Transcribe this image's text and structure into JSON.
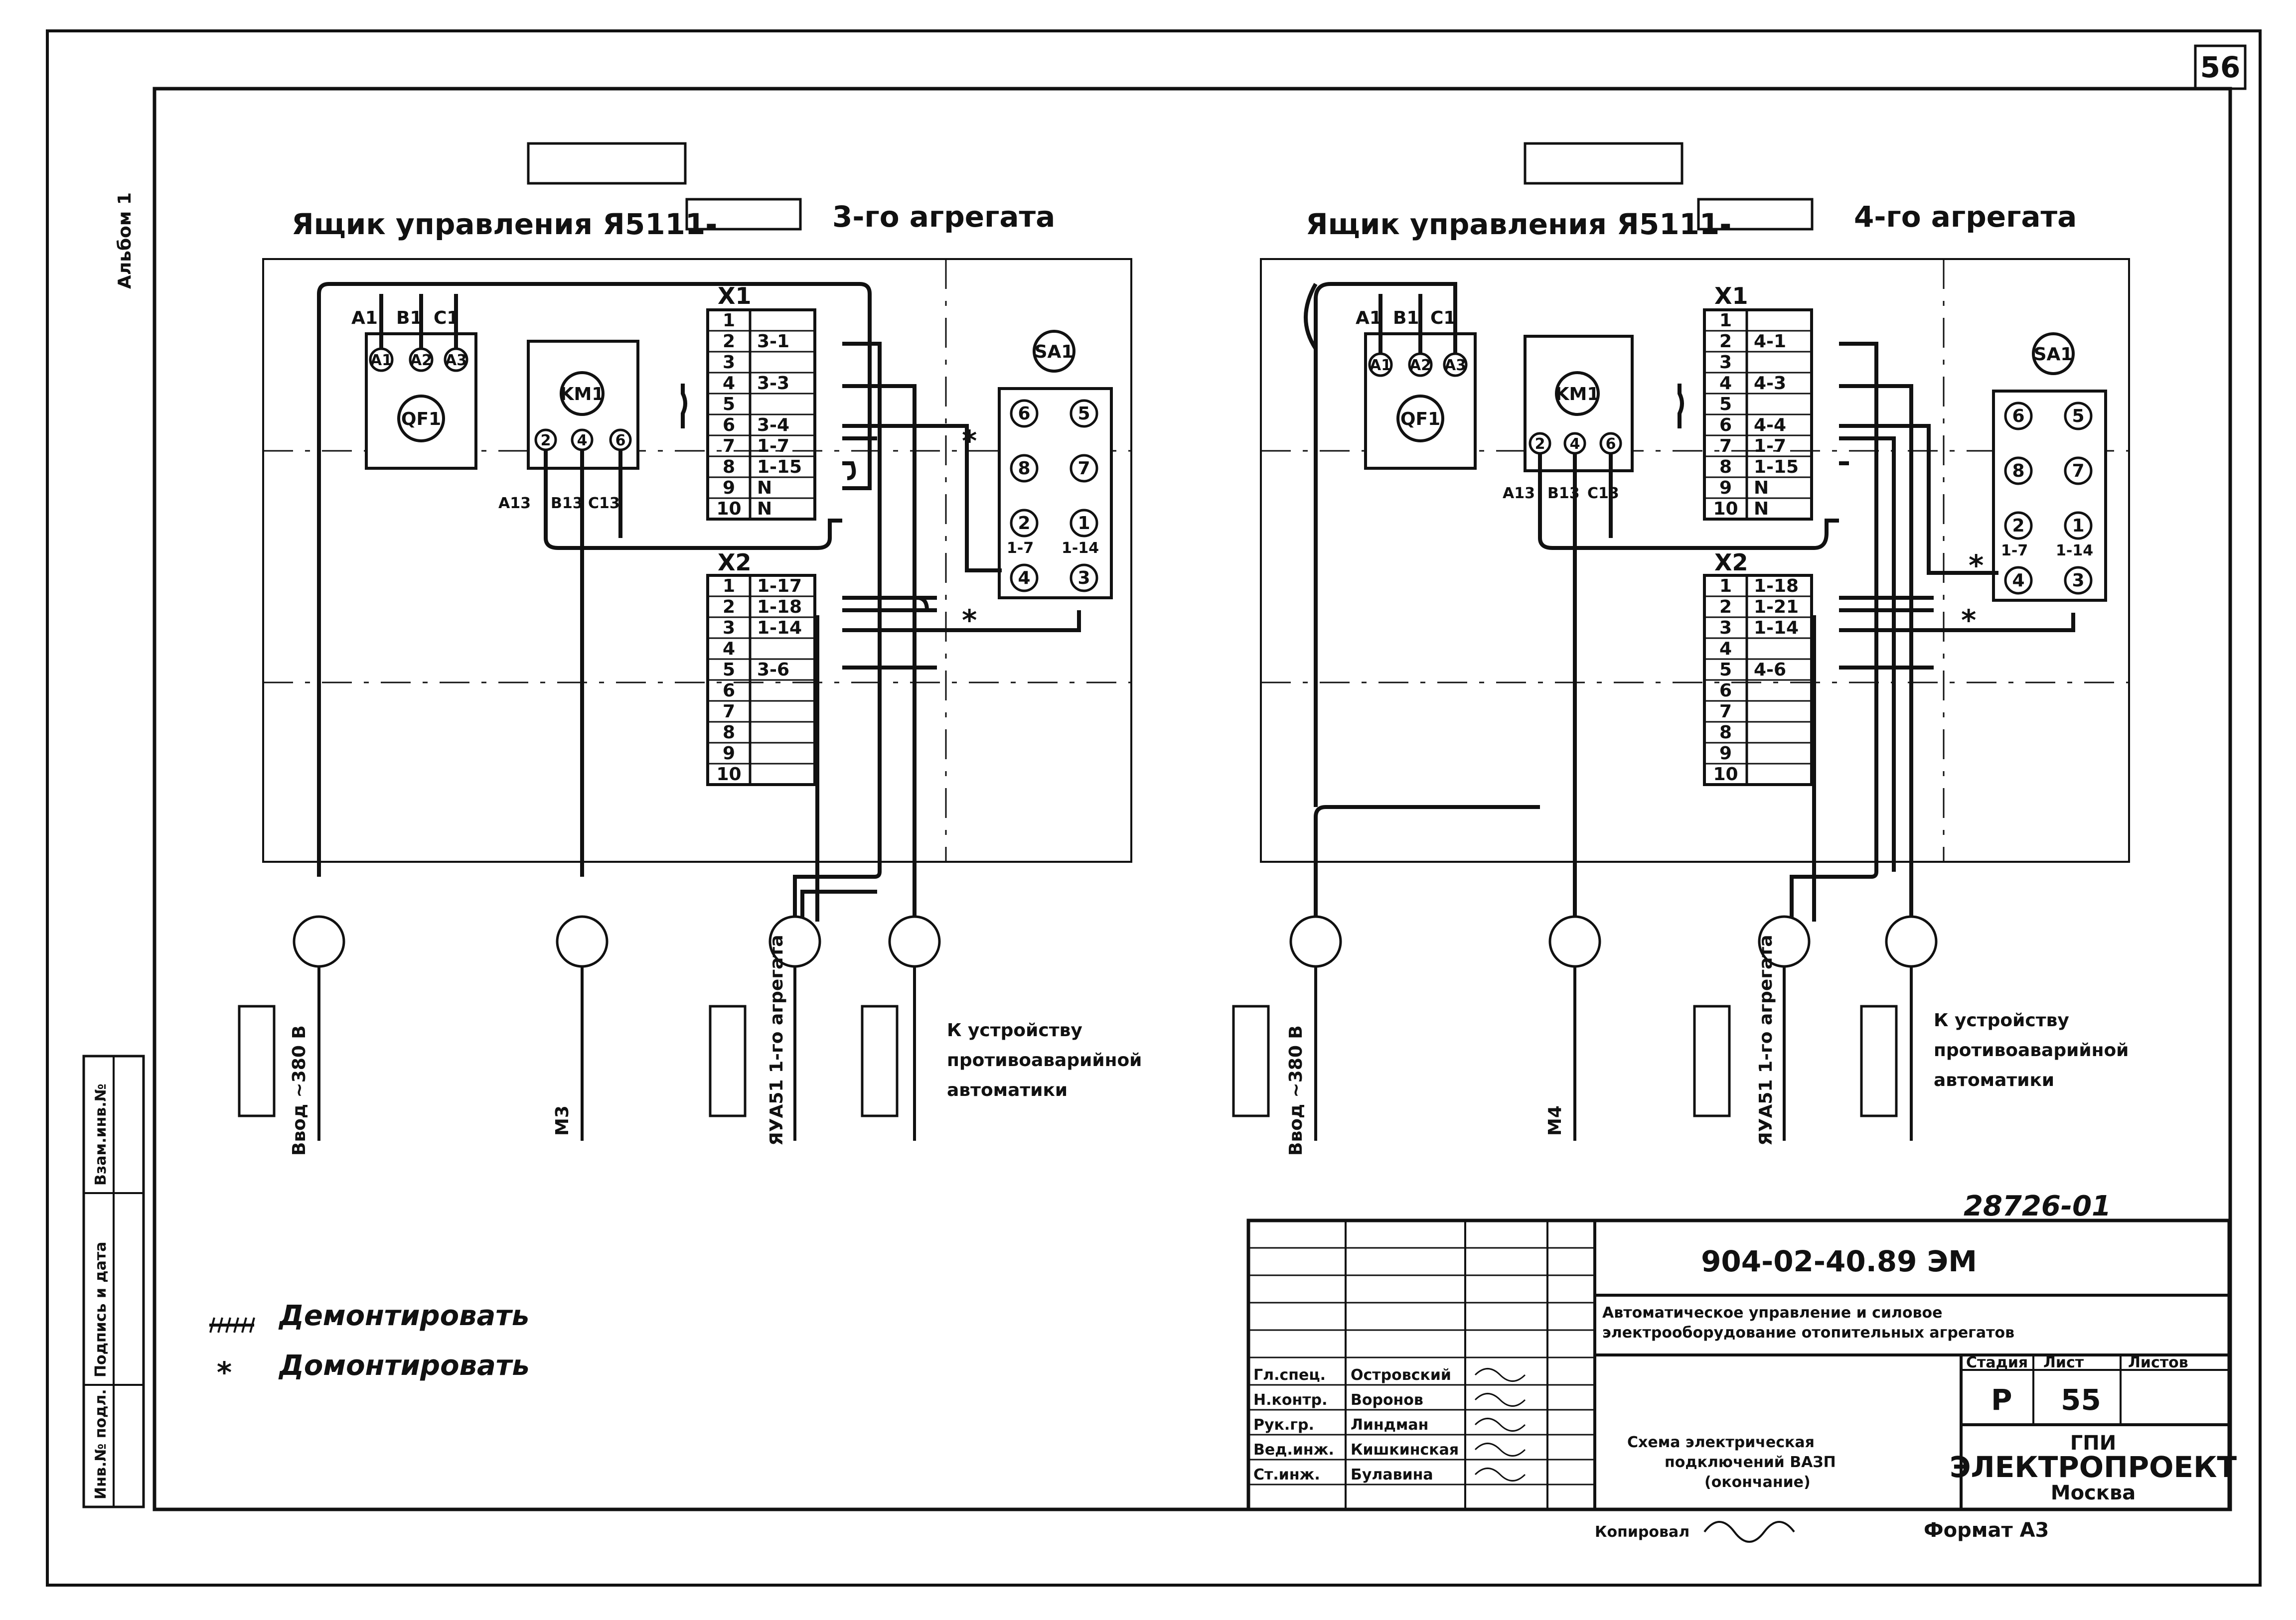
{
  "sheet_number": "56",
  "album_label": "Альбом 1",
  "left_panel": {
    "title_prefix": "Ящик управления Я5111-",
    "title_suffix": "3-го агрегата",
    "breaker": {
      "name": "QF1",
      "phases": [
        "A1",
        "B1",
        "C1"
      ],
      "terminals": [
        "A1",
        "A2",
        "A3"
      ]
    },
    "contactor": {
      "name": "KM1",
      "terminals": [
        "2",
        "4",
        "6"
      ],
      "wires": [
        "A13",
        "B13",
        "C13"
      ]
    },
    "x1": {
      "label": "X1",
      "rows": [
        {
          "n": "1",
          "tag": ""
        },
        {
          "n": "2",
          "tag": "3-1"
        },
        {
          "n": "3",
          "tag": ""
        },
        {
          "n": "4",
          "tag": "3-3"
        },
        {
          "n": "5",
          "tag": ""
        },
        {
          "n": "6",
          "tag": "3-4"
        },
        {
          "n": "7",
          "tag": "1-7"
        },
        {
          "n": "8",
          "tag": "1-15"
        },
        {
          "n": "9",
          "tag": "N"
        },
        {
          "n": "10",
          "tag": "N"
        }
      ]
    },
    "x2": {
      "label": "X2",
      "rows": [
        {
          "n": "1",
          "tag": "1-17"
        },
        {
          "n": "2",
          "tag": "1-18"
        },
        {
          "n": "3",
          "tag": "1-14"
        },
        {
          "n": "4",
          "tag": ""
        },
        {
          "n": "5",
          "tag": "3-6"
        },
        {
          "n": "6",
          "tag": ""
        },
        {
          "n": "7",
          "tag": ""
        },
        {
          "n": "8",
          "tag": ""
        },
        {
          "n": "9",
          "tag": ""
        },
        {
          "n": "10",
          "tag": ""
        }
      ]
    },
    "switch": {
      "name": "SA1",
      "contacts": [
        "6",
        "5",
        "8",
        "7",
        "2",
        "1",
        "4",
        "3"
      ],
      "bridge_labels": [
        "1-7",
        "1-14"
      ]
    },
    "cables": [
      "Ввод ~380 В",
      "М3",
      "ЯУА51 1-го агрегата",
      "К устройству противоаварийной автоматики"
    ]
  },
  "right_panel": {
    "title_prefix": "Ящик управления Я5111-",
    "title_suffix": "4-го агрегата",
    "breaker": {
      "name": "QF1",
      "phases": [
        "A1",
        "B1",
        "C1"
      ],
      "terminals": [
        "A1",
        "A2",
        "A3"
      ]
    },
    "contactor": {
      "name": "KM1",
      "terminals": [
        "2",
        "4",
        "6"
      ],
      "wires": [
        "A13",
        "B13",
        "C13"
      ]
    },
    "x1": {
      "label": "X1",
      "rows": [
        {
          "n": "1",
          "tag": ""
        },
        {
          "n": "2",
          "tag": "4-1"
        },
        {
          "n": "3",
          "tag": ""
        },
        {
          "n": "4",
          "tag": "4-3"
        },
        {
          "n": "5",
          "tag": ""
        },
        {
          "n": "6",
          "tag": "4-4"
        },
        {
          "n": "7",
          "tag": "1-7"
        },
        {
          "n": "8",
          "tag": "1-15"
        },
        {
          "n": "9",
          "tag": "N"
        },
        {
          "n": "10",
          "tag": "N"
        }
      ]
    },
    "x2": {
      "label": "X2",
      "rows": [
        {
          "n": "1",
          "tag": "1-18"
        },
        {
          "n": "2",
          "tag": "1-21"
        },
        {
          "n": "3",
          "tag": "1-14"
        },
        {
          "n": "4",
          "tag": ""
        },
        {
          "n": "5",
          "tag": "4-6"
        },
        {
          "n": "6",
          "tag": ""
        },
        {
          "n": "7",
          "tag": ""
        },
        {
          "n": "8",
          "tag": ""
        },
        {
          "n": "9",
          "tag": ""
        },
        {
          "n": "10",
          "tag": ""
        }
      ]
    },
    "switch": {
      "name": "SA1",
      "contacts": [
        "6",
        "5",
        "8",
        "7",
        "2",
        "1",
        "4",
        "3"
      ],
      "bridge_labels": [
        "1-7",
        "1-14"
      ]
    },
    "cables": [
      "Ввод ~380 В",
      "М4",
      "ЯУА51 1-го агрегата",
      "К устройству противоаварийной автоматики"
    ]
  },
  "legend": {
    "demount": "Демонтировать",
    "mount": "Домонтировать"
  },
  "inventory_number": "28726-01",
  "title_block": {
    "designation": "904-02-40.89  ЭМ",
    "project_name_line1": "Автоматическое управление и силовое",
    "project_name_line2": "электрооборудование отопительных агрегатов",
    "sheet_title_line1": "Схема электрическая",
    "sheet_title_line2": "подключений ВАЗП",
    "sheet_title_line3": "(окончание)",
    "stage_header": "Стадия",
    "sheet_header": "Лист",
    "sheets_header": "Листов",
    "stage": "Р",
    "sheet": "55",
    "org_line1": "ГПИ",
    "org_line2": "ЭЛЕКТРОПРОЕКТ",
    "org_line3": "Москва",
    "signers": [
      {
        "role": "Гл.спец.",
        "name": "Островский"
      },
      {
        "role": "Н.контр.",
        "name": "Воронов"
      },
      {
        "role": "Рук.гр.",
        "name": "Линдман"
      },
      {
        "role": "Вед.инж.",
        "name": "Кишкинская"
      },
      {
        "role": "Ст.инж.",
        "name": "Булавина"
      }
    ],
    "copied": "Копировал",
    "format": "Формат А3"
  },
  "side_stamp": [
    "Инв.№ подл.",
    "Подпись и дата",
    "Взам.инв.№"
  ]
}
